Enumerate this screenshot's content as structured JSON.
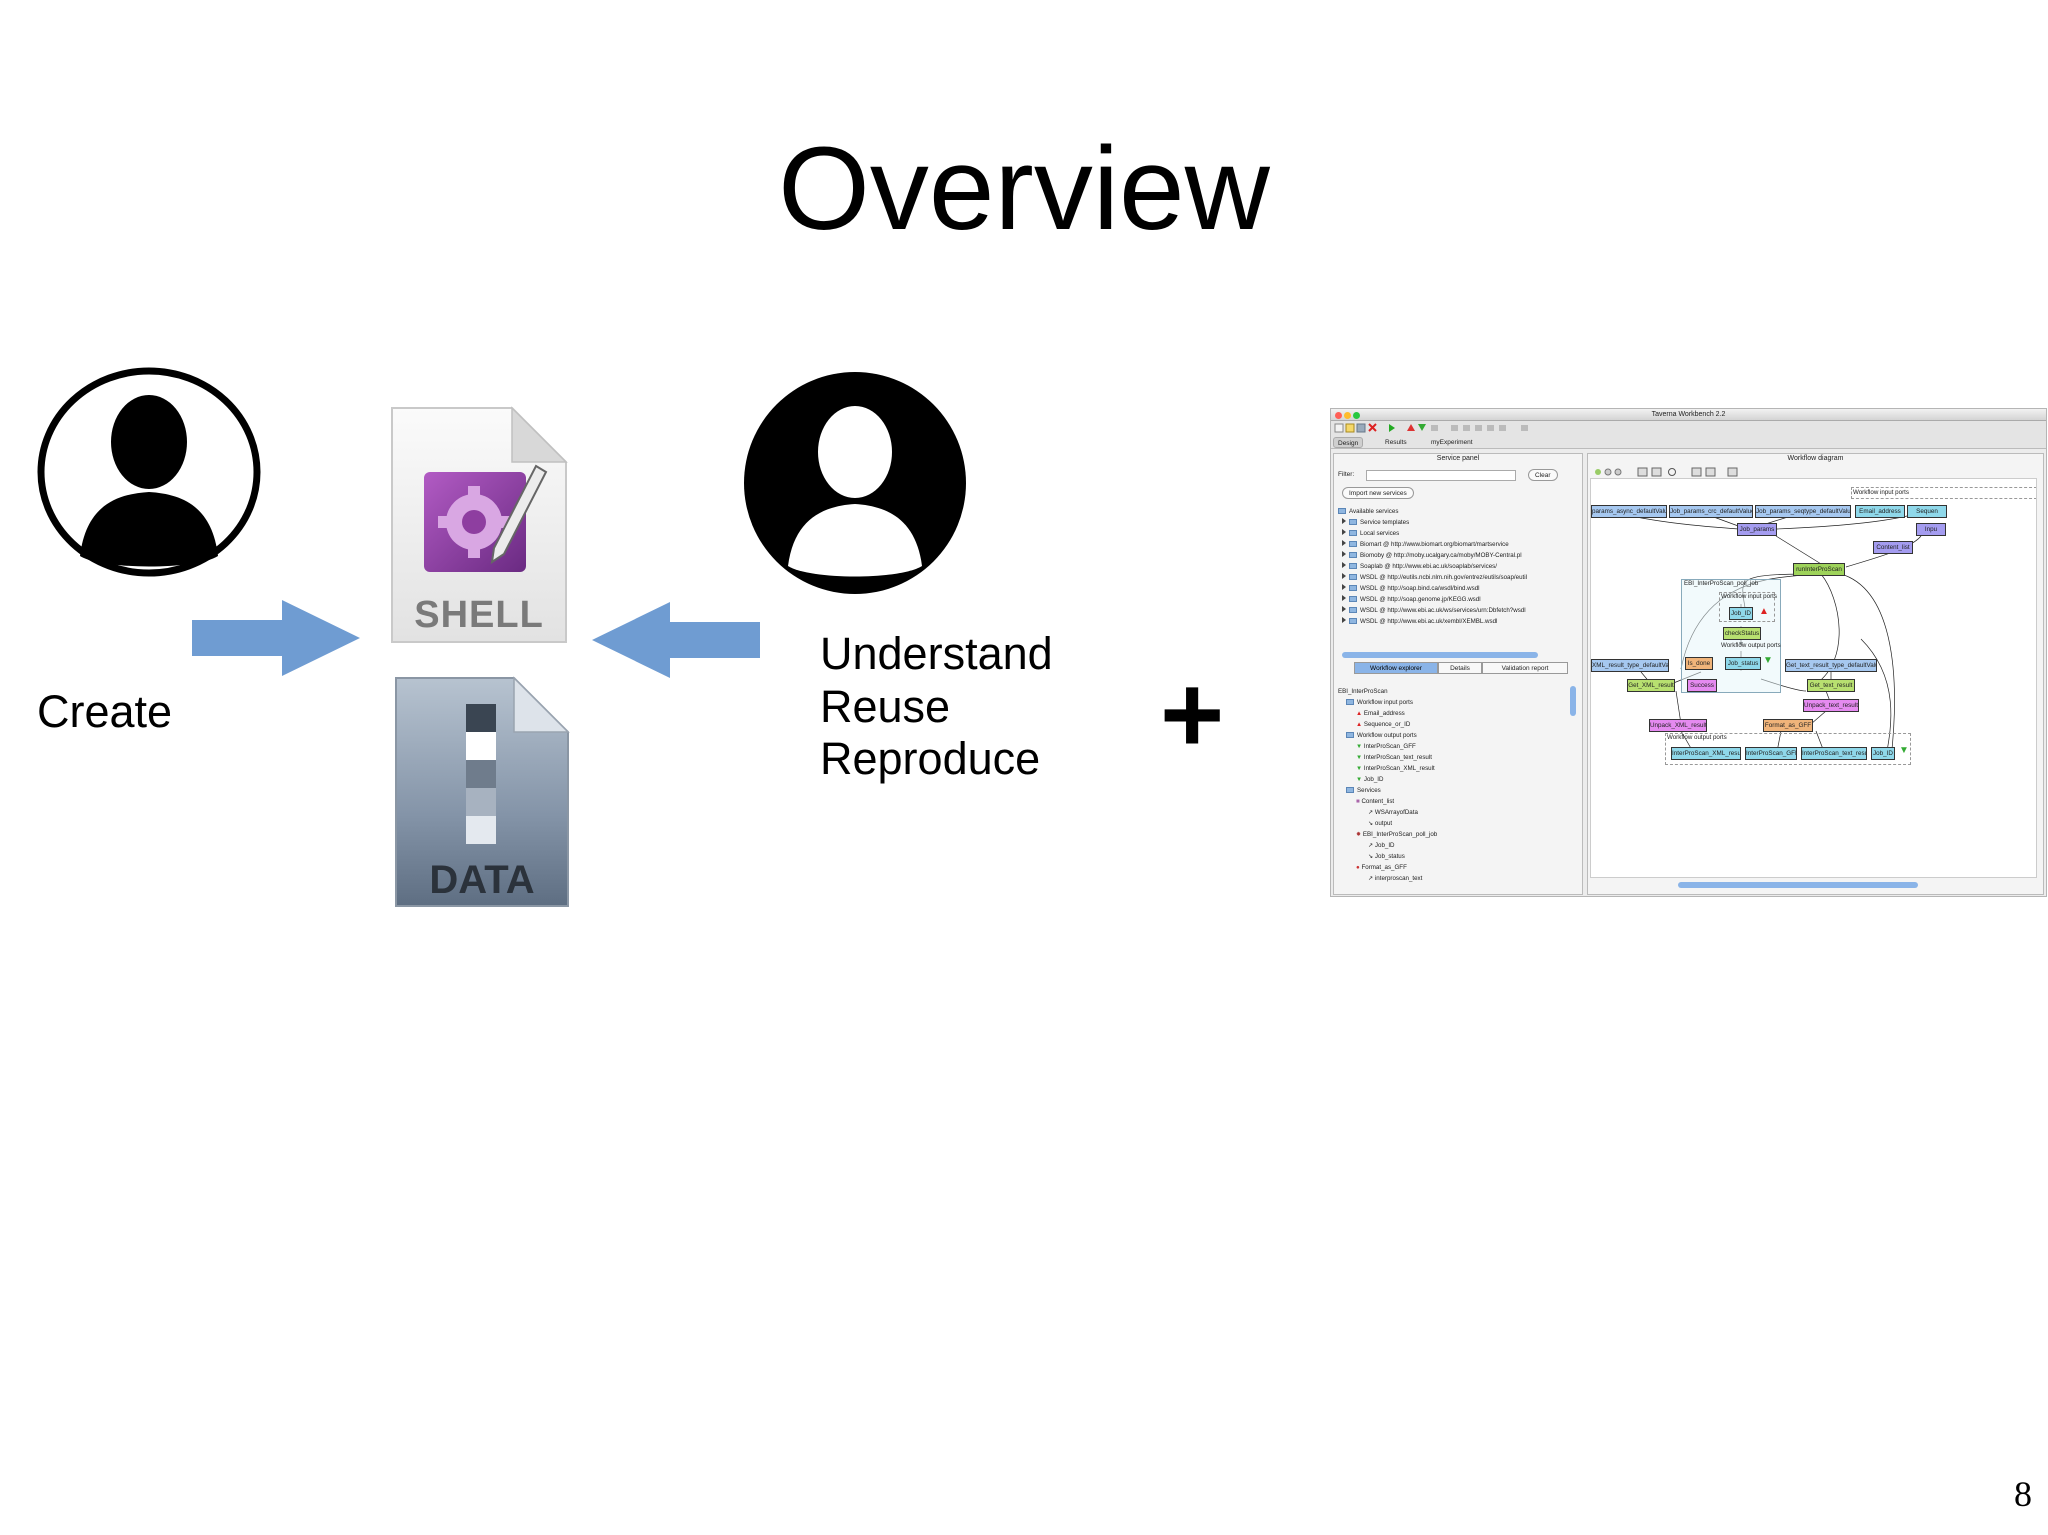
{
  "slide": {
    "title": "Overview",
    "page_number": "8",
    "create_label": "Create",
    "understand_lines": [
      "Understand",
      "Reuse",
      "Reproduce"
    ],
    "plus_sign": "+",
    "shell_label": "SHELL",
    "data_label": "DATA"
  },
  "icons": {
    "person_left": "person-silhouette-icon",
    "person_right": "person-silhouette-icon",
    "shell_file": "shell-script-file-icon",
    "data_file": "data-file-icon",
    "arrow_right": "arrow-right-icon",
    "arrow_left": "arrow-left-icon"
  },
  "colors": {
    "arrow": "#6f9cd2",
    "shell_badge": "#8e3ea0",
    "data_file": "#8a9aad"
  },
  "taverna": {
    "window_title": "Taverna Workbench 2.2",
    "perspective_tabs": [
      "Design",
      "Results",
      "myExperiment"
    ],
    "service_panel": {
      "title": "Service panel",
      "filter_label": "Filter:",
      "clear_button": "Clear",
      "import_button": "Import new services",
      "items": [
        "Available services",
        "Service templates",
        "Local services",
        "Biomart @ http://www.biomart.org/biomart/martservice",
        "Biomoby @ http://moby.ucalgary.ca/moby/MOBY-Central.pl",
        "Soaplab @ http://www.ebi.ac.uk/soaplab/services/",
        "WSDL @ http://eutils.ncbi.nlm.nih.gov/entrez/eutils/soap/eutil",
        "WSDL @ http://soap.bind.ca/wsdl/bind.wsdl",
        "WSDL @ http://soap.genome.jp/KEGG.wsdl",
        "WSDL @ http://www.ebi.ac.uk/ws/services/urn:Dbfetch?wsdl",
        "WSDL @ http://www.ebi.ac.uk/xembl/XEMBL.wsdl"
      ]
    },
    "explorer_tabs": [
      "Workflow explorer",
      "Details",
      "Validation report"
    ],
    "explorer_items": [
      "EBI_InterProScan",
      "Workflow input ports",
      "Email_address",
      "Sequence_or_ID",
      "Workflow output ports",
      "InterProScan_GFF",
      "InterProScan_text_result",
      "InterProScan_XML_result",
      "Job_ID",
      "Services",
      "Content_list",
      "WSArrayofData",
      "output",
      "EBI_InterProScan_poll_job",
      "Job_ID",
      "Job_status",
      "Format_as_GFF",
      "interproscan_text"
    ],
    "diagram": {
      "title": "Workflow diagram",
      "input_ports_label": "Workflow input ports",
      "output_ports_label": "Workflow output ports",
      "nested_title": "EBI_InterProScan_poll_job",
      "nested_inputs_label": "Workflow input ports",
      "nested_outputs_label": "Workflow output ports",
      "nodes": {
        "params_async": "params_async_defaultValue",
        "params_crc": "Job_params_crc_defaultValue",
        "params_seqtype": "Job_params_seqtype_defaultValue",
        "email": "Email_address",
        "sequence": "Sequen",
        "inpu": "Inpu",
        "job_params": "Job_params",
        "content_list": "Content_list",
        "run": "runInterProScan",
        "job_id_in": "Job_ID",
        "check": "checkStatus",
        "is_done": "Is_done",
        "job_status": "Job_status",
        "xml_type": "XML_result_type_defaultValue",
        "text_type": "Get_text_result_type_defaultValue",
        "get_xml": "Get_XML_result",
        "success": "Success",
        "get_text": "Get_text_result",
        "unpack_text": "Unpack_text_result",
        "unpack_xml": "Unpack_XML_result",
        "format_gff": "Format_as_GFF",
        "out_xml": "InterProScan_XML_result",
        "out_gff": "InterProScan_GFF",
        "out_text": "InterProScan_text_result",
        "out_jobid": "Job_ID"
      }
    }
  }
}
